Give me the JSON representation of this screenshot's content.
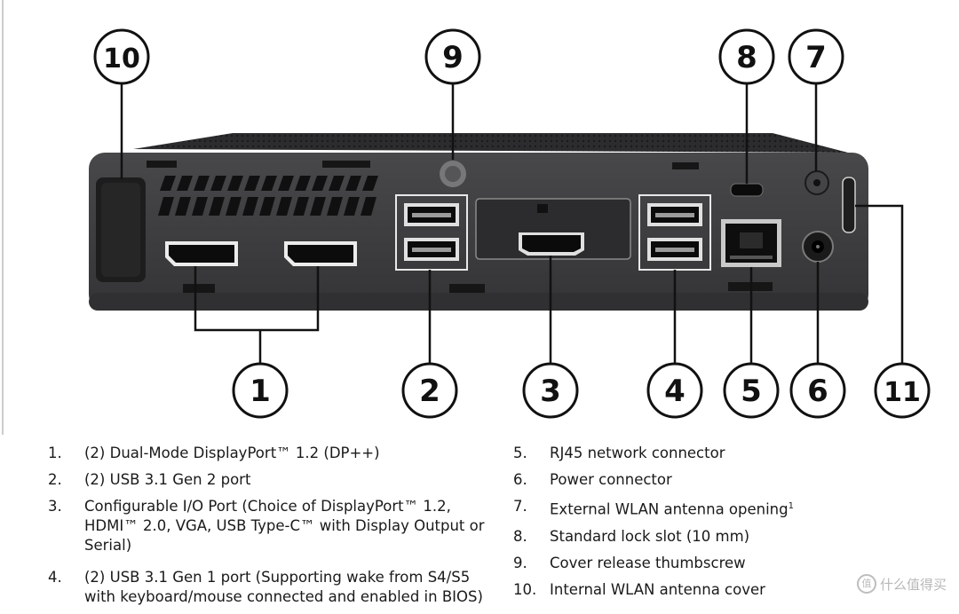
{
  "callouts": [
    "1",
    "2",
    "3",
    "4",
    "5",
    "6",
    "7",
    "8",
    "9",
    "10",
    "11"
  ],
  "legend": {
    "left": [
      {
        "num": "1.",
        "text": "(2) Dual-Mode DisplayPort™ 1.2 (DP++)"
      },
      {
        "num": "2.",
        "text": "(2) USB 3.1 Gen 2 port"
      },
      {
        "num": "3.",
        "text": "Configurable I/O Port (Choice of DisplayPort™ 1.2, HDMI™ 2.0, VGA, USB Type-C™ with Display Output or Serial)"
      },
      {
        "num": "4.",
        "text": "(2) USB 3.1 Gen 1 port (Supporting wake from S4/S5 with keyboard/mouse connected and enabled in BIOS)"
      }
    ],
    "right": [
      {
        "num": "5.",
        "text": "RJ45 network connector"
      },
      {
        "num": "6.",
        "text": "Power connector"
      },
      {
        "num": "7.",
        "text": "External WLAN antenna opening",
        "sup": "1"
      },
      {
        "num": "8.",
        "text": "Standard lock slot (10 mm)"
      },
      {
        "num": "9.",
        "text": "Cover release thumbscrew"
      },
      {
        "num": "10.",
        "text": "Internal WLAN antenna cover"
      }
    ]
  },
  "watermark": {
    "text": "什么值得买",
    "icon": "值"
  },
  "colors": {
    "chassis": "#3b3b3d",
    "chassis_top": "#2a2a2c",
    "port": "#0d0d0d",
    "callout_line": "#111111"
  }
}
